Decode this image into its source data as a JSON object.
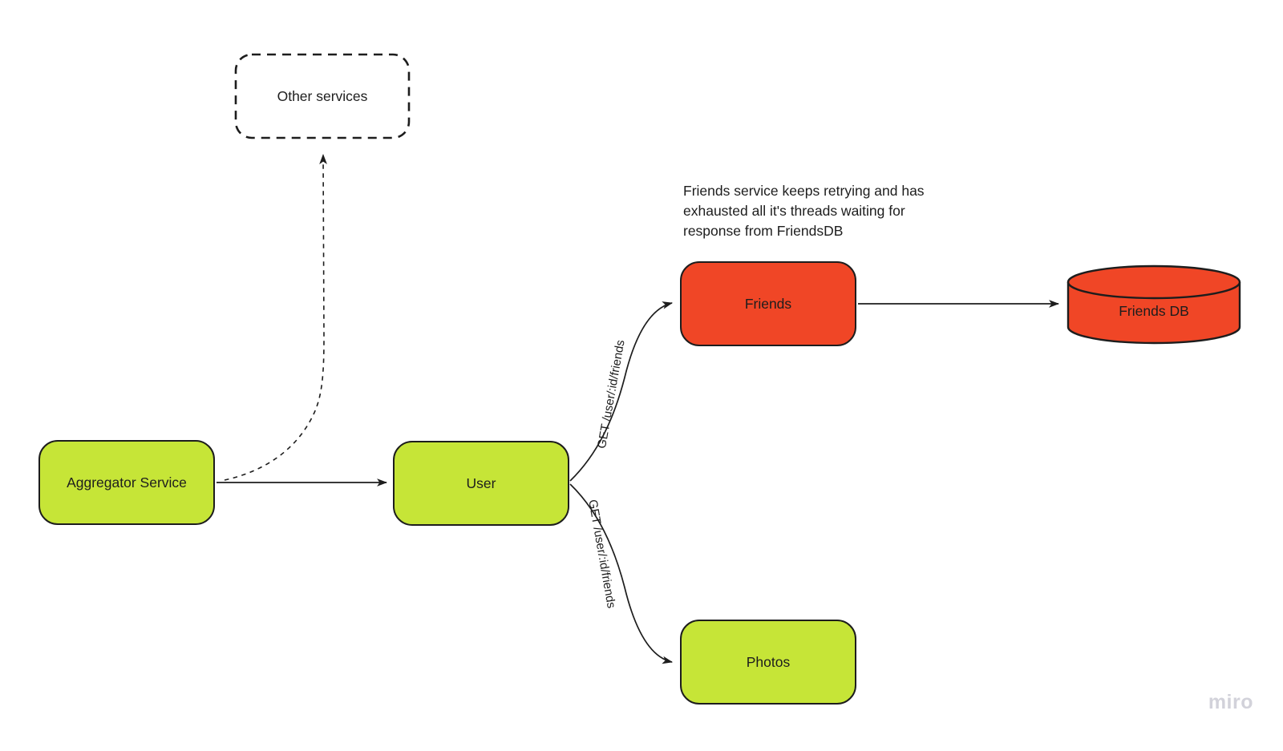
{
  "board": {
    "background_color": "#ffffff",
    "watermark": "miro"
  },
  "colors": {
    "node_green": "#c6e537",
    "node_red": "#f04626",
    "stroke": "#1d1d1d",
    "watermark_gray": "#d2d2da"
  },
  "nodes": [
    {
      "id": "other-services",
      "label": "Other services",
      "shape": "dashed-rect",
      "fill": "#ffffff"
    },
    {
      "id": "aggregator-service",
      "label": "Aggregator Service",
      "shape": "rect",
      "fill": "#c6e537"
    },
    {
      "id": "user",
      "label": "User",
      "shape": "rect",
      "fill": "#c6e537"
    },
    {
      "id": "friends",
      "label": "Friends",
      "shape": "rect",
      "fill": "#f04626"
    },
    {
      "id": "friends-db",
      "label": "Friends DB",
      "shape": "cylinder",
      "fill": "#f04626"
    },
    {
      "id": "photos",
      "label": "Photos",
      "shape": "rect",
      "fill": "#c6e537"
    }
  ],
  "edges": [
    {
      "from": "aggregator-service",
      "to": "user",
      "style": "solid",
      "label": ""
    },
    {
      "from": "aggregator-service",
      "to": "other-services",
      "style": "dashed",
      "label": ""
    },
    {
      "from": "user",
      "to": "friends",
      "style": "solid",
      "label": "GET /user/:id/friends"
    },
    {
      "from": "user",
      "to": "photos",
      "style": "solid",
      "label": "GET /user/:id/friends"
    },
    {
      "from": "friends",
      "to": "friends-db",
      "style": "solid",
      "label": ""
    }
  ],
  "annotation": {
    "lines": [
      "Friends service keeps retrying and has",
      "exhausted all it's threads waiting for",
      "response from FriendsDB"
    ]
  }
}
